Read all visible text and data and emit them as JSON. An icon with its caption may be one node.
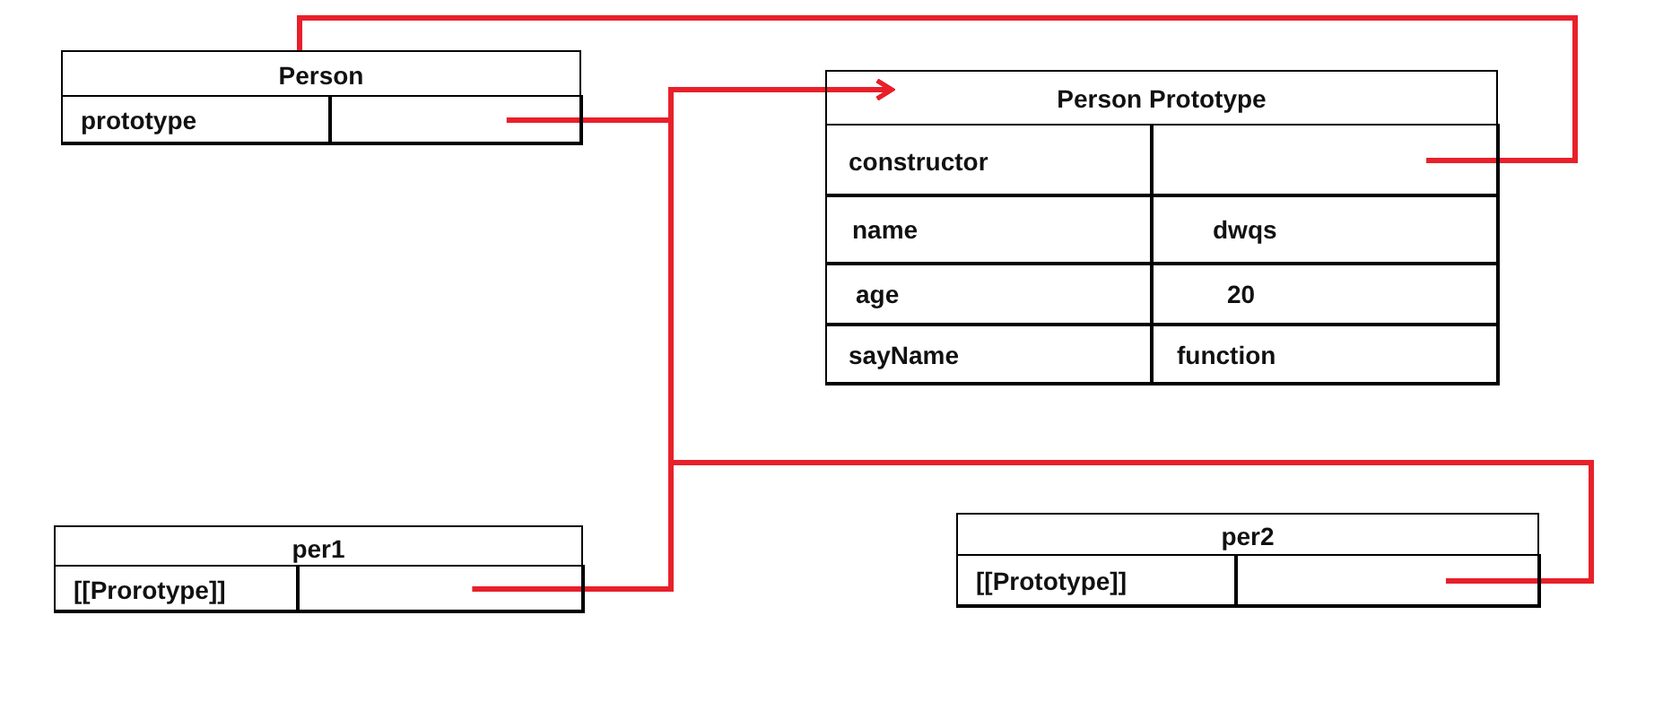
{
  "diagram": {
    "nodes": [
      {
        "text": [
          "Person"
        ]
      },
      {
        "text": [
          "prototype"
        ],
        "in": 0
      },
      {
        "text": [],
        "shape": "box",
        "in": 0
      },
      {
        "text": [
          "Person Prototype"
        ]
      },
      {
        "text": [
          "constructor"
        ],
        "in": 3
      },
      {
        "text": [],
        "shape": "box",
        "in": 3
      },
      {
        "text": [
          "name"
        ],
        "in": 3
      },
      {
        "text": [
          "dwqs"
        ],
        "in": 3
      },
      {
        "text": [
          "age"
        ],
        "in": 3
      },
      {
        "text": [
          "20"
        ],
        "in": 3
      },
      {
        "text": [
          "sayName"
        ],
        "in": 3
      },
      {
        "text": [
          "function"
        ],
        "in": 3
      },
      {
        "text": [
          "per1"
        ]
      },
      {
        "text": [
          "[[Prorotype]]"
        ],
        "in": 12
      },
      {
        "text": [],
        "shape": "box",
        "in": 12
      },
      {
        "text": [
          "per2"
        ]
      },
      {
        "text": [
          "[[Prototype]]"
        ],
        "in": 15
      },
      {
        "text": [],
        "shape": "box",
        "in": 15
      }
    ],
    "edges": [
      {
        "from": 2,
        "to": 3,
        "arrow": "to"
      },
      {
        "from": 14,
        "to": 3,
        "arrow": "to"
      },
      {
        "from": 17,
        "to": 3,
        "arrow": "to"
      },
      {
        "from": 5,
        "to": 0,
        "arrow": "none"
      }
    ]
  }
}
